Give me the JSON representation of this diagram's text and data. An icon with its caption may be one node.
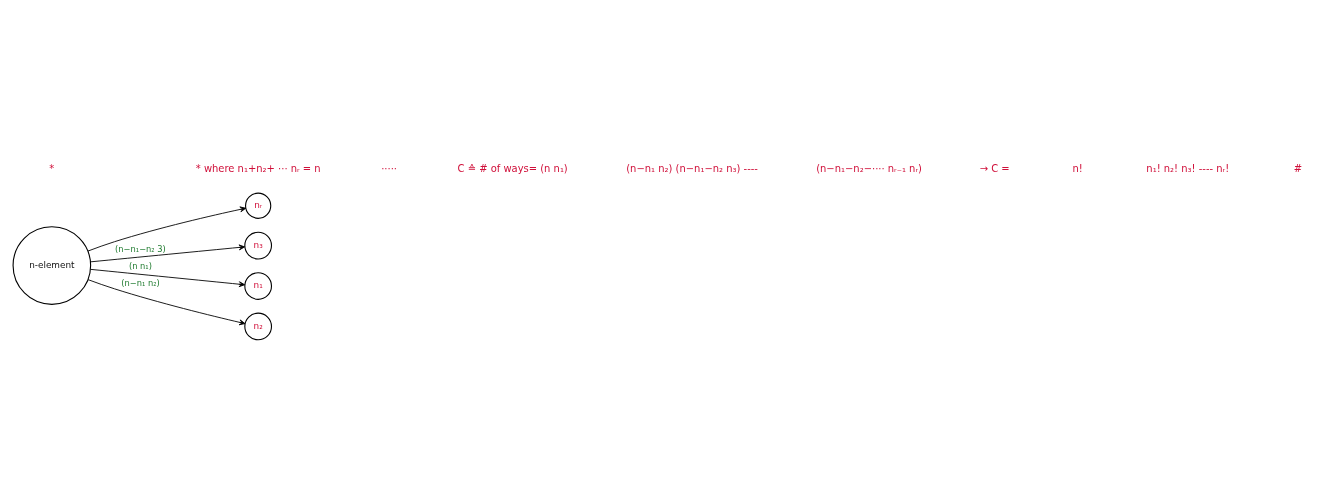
{
  "diagram": {
    "nodes": [
      {
        "text": [
          "n-element"
        ]
      },
      {
        "text": [
          "nᵣ"
        ]
      },
      {
        "text": [
          "n₃"
        ]
      },
      {
        "text": [
          "n₁"
        ]
      },
      {
        "text": [
          "n₂"
        ]
      }
    ],
    "edges": [
      {
        "from": 0,
        "to": 1,
        "arrow": "to"
      },
      {
        "from": 0,
        "to": 2,
        "arrow": "to",
        "label": "(n−n₁−n₂ 3)"
      },
      {
        "from": 0,
        "to": 3,
        "arrow": "to",
        "label": "(n n₁)"
      },
      {
        "from": 0,
        "to": 4,
        "arrow": "to",
        "label": "(n−n₁ n₂)"
      }
    ],
    "labels": [
      "*",
      "* where n₁+n₂+ ··· nᵣ = n",
      "·····",
      "C ≙ # of ways= (n n₁)",
      "(n−n₁ n₂) (n−n₁−n₂ n₃) ----",
      "(n−n₁−n₂−···· nᵣ₋₁ nᵣ)",
      "→ C =",
      "n!",
      "n₁! n₂! n₃! ---- nᵣ!",
      "#"
    ]
  }
}
